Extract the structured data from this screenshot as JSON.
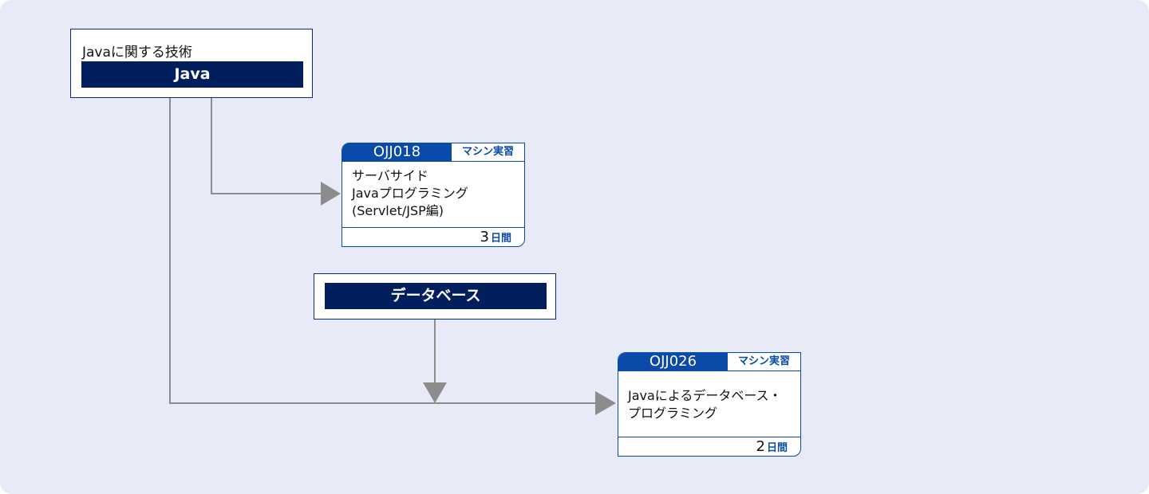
{
  "categories": [
    {
      "caption": "Javaに関する技術",
      "label": "Java"
    },
    {
      "caption": "",
      "label": "データベース"
    }
  ],
  "courses": [
    {
      "code": "OJJ018",
      "tag": "マシン実習",
      "title_lines": [
        "サーバサイド",
        "Javaプログラミング",
        "(Servlet/JSP編)"
      ],
      "duration": {
        "value": "3",
        "unit": "日間"
      }
    },
    {
      "code": "OJJ026",
      "tag": "マシン実習",
      "title_lines": [
        "Javaによるデータベース・",
        "プログラミング"
      ],
      "duration": {
        "value": "2",
        "unit": "日間"
      }
    }
  ],
  "colors": {
    "background": "#e8ebf7",
    "category_fill": "#001f5c",
    "course_accent": "#0a4aa8",
    "connector": "#8c8c8c"
  }
}
